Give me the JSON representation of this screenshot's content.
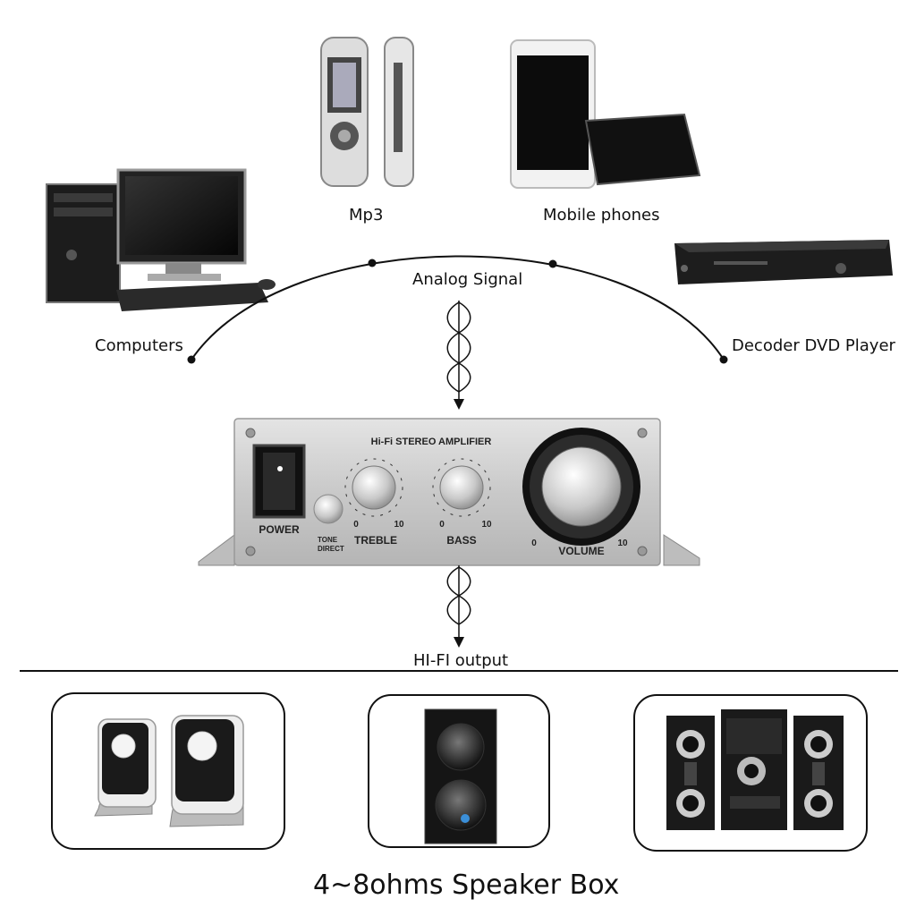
{
  "sources": {
    "mp3": "Mp3",
    "mobile": "Mobile phones",
    "computers": "Computers",
    "dvd": "Decoder DVD Player",
    "signal": "Analog Signal"
  },
  "amplifier": {
    "title": "Hi-Fi STEREO AMPLIFIER",
    "power": "POWER",
    "tone": "TONE",
    "direct": "DIRECT",
    "treble": "TREBLE",
    "bass": "BASS",
    "volume": "VOLUME",
    "min": "0",
    "max": "10"
  },
  "output": "HI-FI output",
  "speaker_title": "4~8ohms Speaker Box"
}
